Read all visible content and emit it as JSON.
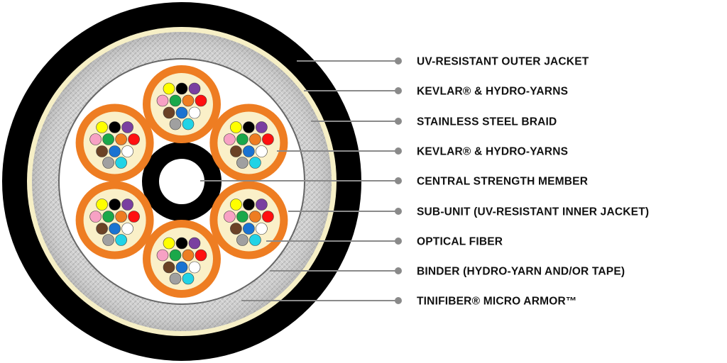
{
  "colors": {
    "outer_jacket": "#000000",
    "kevlar": "#f6efc6",
    "steel_braid": "#c8c8c8",
    "binder": "#ffffff",
    "subunit_jacket": "#ee7d22",
    "subunit_core": "#faf0c8",
    "central_member": "#000000",
    "leader": "#8a8a8a",
    "label_text": "#111111"
  },
  "fiber_colors": [
    "#ffff00",
    "#000000",
    "#7a3fa0",
    "#f7a1c4",
    "#1aa84a",
    "#ee7d22",
    "#ff1010",
    "#6b4226",
    "#1a73d1",
    "#ffffff",
    "#a0a0a0",
    "#22d3e6"
  ],
  "labels": [
    {
      "name": "uv-resistant-outer-jacket",
      "text": "UV-RESISTANT OUTER JACKET"
    },
    {
      "name": "kevlar-hydro-yarns-outer",
      "text": "KEVLAR® & HYDRO-YARNS"
    },
    {
      "name": "stainless-steel-braid",
      "text": "STAINLESS STEEL BRAID"
    },
    {
      "name": "kevlar-hydro-yarns-inner",
      "text": "KEVLAR® & HYDRO-YARNS"
    },
    {
      "name": "central-strength-member",
      "text": "CENTRAL STRENGTH MEMBER"
    },
    {
      "name": "sub-unit",
      "text": "SUB-UNIT (UV-RESISTANT INNER JACKET)"
    },
    {
      "name": "optical-fiber",
      "text": "OPTICAL FIBER"
    },
    {
      "name": "binder",
      "text": "BINDER (HYDRO-YARN AND/OR TAPE)"
    },
    {
      "name": "tinifiber-micro-armor",
      "text": "TINIFIBER® MICRO ARMOR™"
    }
  ]
}
